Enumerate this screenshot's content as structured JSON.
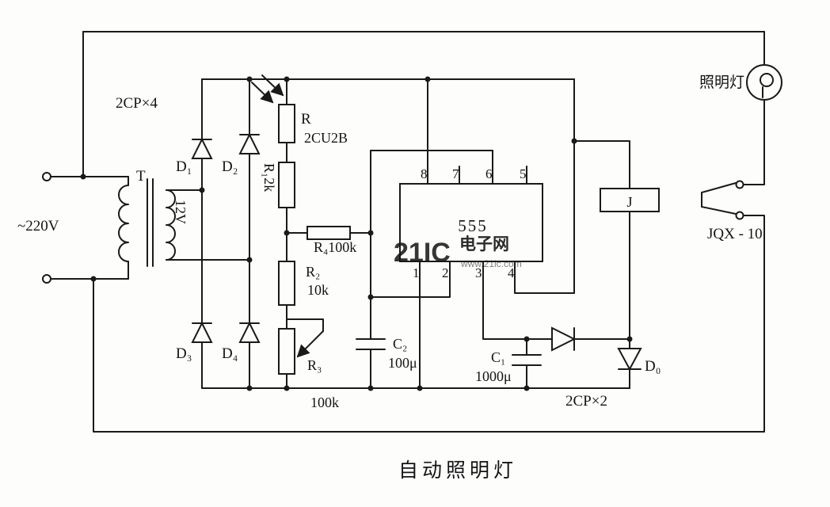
{
  "title": "自动照明灯",
  "watermark": {
    "brand": "21IC",
    "suffix": "电子网",
    "sub": "www.21ic.com",
    "brand_color": "#cf3a30",
    "suffix_color": "#2f55a4"
  },
  "labels": {
    "ac_input": "~220V",
    "transformer": "T",
    "secondary_voltage": "12V",
    "rectifier_group": "2CP×4",
    "d1": "D₁",
    "d2": "D₂",
    "d3": "D₃",
    "d4": "D₄",
    "photoresistor_ref": "R",
    "photoresistor_type": "2CU2B",
    "r1": "R₁2k",
    "r2": "R₂",
    "r2_value": "10k",
    "r3": "R₃",
    "r3_value": "100k",
    "r4": "R₄100k",
    "c2": "C₂",
    "c2_value": "100μ",
    "c1": "C₁",
    "c1_value": "1000μ",
    "ic": "555",
    "pins_top": [
      "8",
      "7",
      "6",
      "5"
    ],
    "pins_bottom": [
      "1",
      "2",
      "3",
      "4"
    ],
    "output_diodes_group": "2CP×2",
    "d0": "D₀",
    "relay_coil": "J",
    "relay_model": "JQX - 10",
    "lamp": "照明灯"
  }
}
